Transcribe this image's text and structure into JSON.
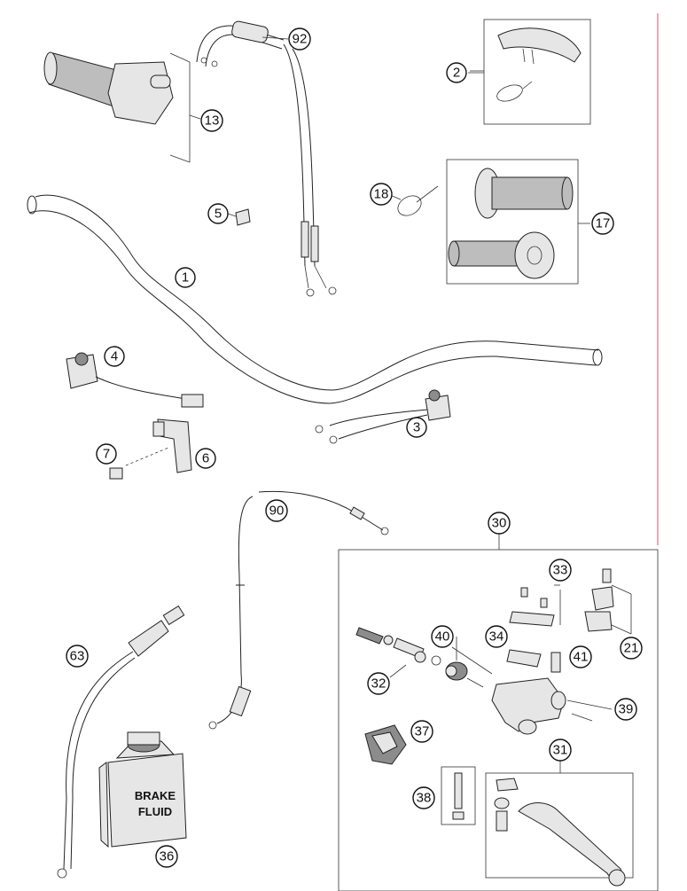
{
  "diagram": {
    "callouts": [
      {
        "id": "92",
        "label": "92"
      },
      {
        "id": "13",
        "label": "13"
      },
      {
        "id": "2",
        "label": "2"
      },
      {
        "id": "5",
        "label": "5"
      },
      {
        "id": "18",
        "label": "18"
      },
      {
        "id": "17",
        "label": "17"
      },
      {
        "id": "1",
        "label": "1"
      },
      {
        "id": "4",
        "label": "4"
      },
      {
        "id": "3",
        "label": "3"
      },
      {
        "id": "7",
        "label": "7"
      },
      {
        "id": "6",
        "label": "6"
      },
      {
        "id": "90",
        "label": "90"
      },
      {
        "id": "30",
        "label": "30"
      },
      {
        "id": "33",
        "label": "33"
      },
      {
        "id": "21",
        "label": "21"
      },
      {
        "id": "40",
        "label": "40"
      },
      {
        "id": "34",
        "label": "34"
      },
      {
        "id": "41",
        "label": "41"
      },
      {
        "id": "32",
        "label": "32"
      },
      {
        "id": "39",
        "label": "39"
      },
      {
        "id": "63",
        "label": "63"
      },
      {
        "id": "37",
        "label": "37"
      },
      {
        "id": "31",
        "label": "31"
      },
      {
        "id": "38",
        "label": "38"
      },
      {
        "id": "36",
        "label": "36"
      }
    ],
    "brake_fluid_label": [
      "BRAKE",
      "FLUID"
    ]
  }
}
